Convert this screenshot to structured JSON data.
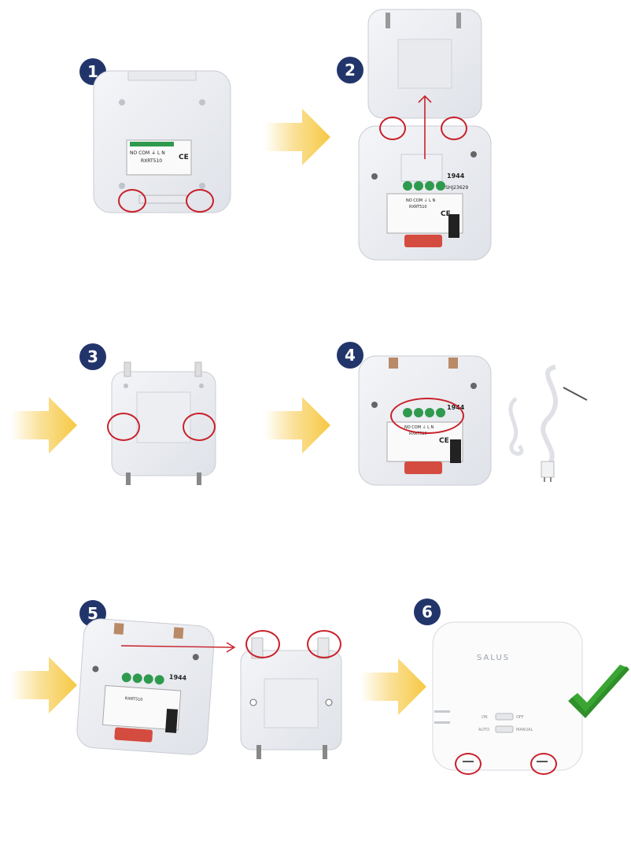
{
  "steps": [
    {
      "number": "1"
    },
    {
      "number": "2"
    },
    {
      "number": "3"
    },
    {
      "number": "4"
    },
    {
      "number": "5"
    },
    {
      "number": "6"
    }
  ],
  "device": {
    "model": "RXRT510",
    "terminals": "NO COM ⏚  L  N",
    "batch": "1944",
    "serial": "SHJ23629",
    "ce_mark": "CE",
    "brand": "SALUS"
  },
  "switches": {
    "on": "ON",
    "off": "OFF",
    "auto": "AUTO",
    "manual": "MANUAL"
  },
  "colors": {
    "badge": "#22356b",
    "arrow": "#f6c843",
    "highlight": "#c8202a",
    "check": "#3aa532",
    "terminal_block": "#2f9a4e"
  },
  "icons": {
    "arrow": "arrow-right-icon",
    "check": "checkmark-icon"
  }
}
